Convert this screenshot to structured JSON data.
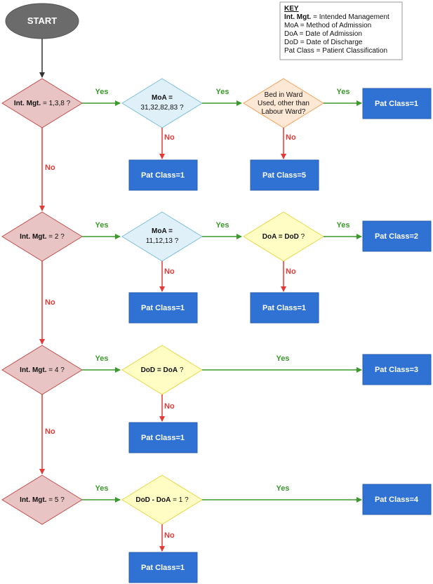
{
  "start": "START",
  "key": {
    "title": "KEY",
    "rows": [
      {
        "abbr": "Int. Mgt.",
        "rest": " = Intended Management"
      },
      {
        "abbr": "MoA",
        "rest": " = Method of Admission"
      },
      {
        "abbr": "DoA",
        "rest": " = Date of Admission"
      },
      {
        "abbr": "DoD",
        "rest": " = Date of Discharge"
      },
      {
        "abbr": "Pat Class",
        "rest": " = Patient Classification"
      }
    ]
  },
  "labels": {
    "yes": "Yes",
    "no": "No"
  },
  "decisions": {
    "r1_intmgt": {
      "bold": "Int. Mgt.",
      "rest": " = 1,3,8 ?"
    },
    "r1_moa": {
      "line1": "MoA =",
      "line2": "31,32,82,83 ?"
    },
    "r1_bed": {
      "line1": "Bed in Ward",
      "line2": "Used, other than",
      "line3": "Labour Ward?"
    },
    "r2_intmgt": {
      "bold": "Int. Mgt.",
      "rest": " = 2 ?"
    },
    "r2_moa": {
      "line1": "MoA =",
      "line2": "11,12,13 ?"
    },
    "r2_doa": {
      "bold": "DoA = DoD",
      "rest": " ?"
    },
    "r3_intmgt": {
      "bold": "Int. Mgt.",
      "rest": " = 4 ?"
    },
    "r3_dod": {
      "bold": "DoD = DoA",
      "rest": " ?"
    },
    "r4_intmgt": {
      "bold": "Int. Mgt.",
      "rest": " = 5 ?"
    },
    "r4_dod": {
      "bold": "DoD - DoA",
      "rest": " = 1 ?"
    }
  },
  "outcomes": {
    "r1_yes": "Pat Class=1",
    "r1_moa_no": "Pat Class=1",
    "r1_bed_no": "Pat Class=5",
    "r2_yes": "Pat Class=2",
    "r2_moa_no": "Pat Class=1",
    "r2_doa_no": "Pat Class=1",
    "r3_yes": "Pat Class=3",
    "r3_no": "Pat Class=1",
    "r4_yes": "Pat Class=4",
    "r4_no": "Pat Class=1"
  },
  "colors": {
    "start_fill": "#6b6b6b",
    "red_diamond_fill": "#e8c4c4",
    "red_diamond_stroke": "#c0504d",
    "blue_diamond_fill": "#dff0f8",
    "blue_diamond_stroke": "#7fc0dd",
    "orange_diamond_fill": "#fde8d6",
    "orange_diamond_stroke": "#f2a35d",
    "yellow_diamond_fill": "#fffcc4",
    "yellow_diamond_stroke": "#e8d84a",
    "box_fill": "#2f72d4",
    "yes_green": "#3c9a2c",
    "no_red": "#e53935"
  }
}
